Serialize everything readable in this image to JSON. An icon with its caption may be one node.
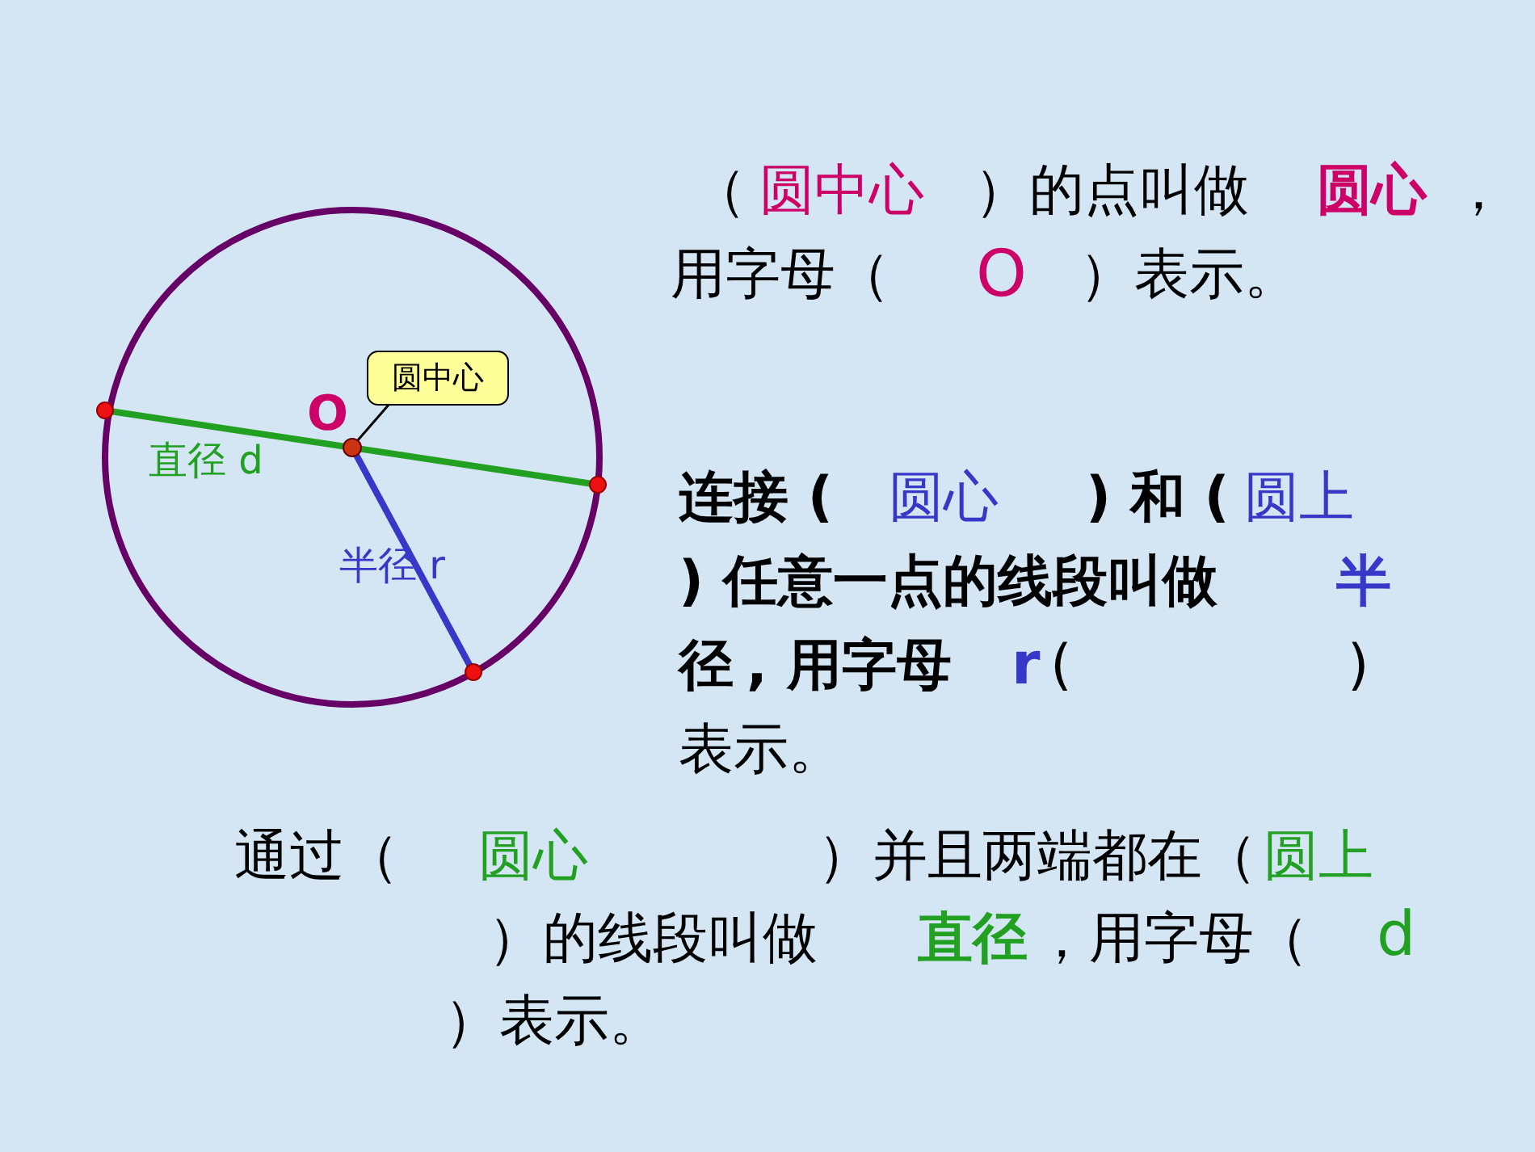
{
  "diagram": {
    "nodes": [
      {
        "text": [
          "圆中心"
        ]
      },
      {
        "text": [],
        "shape": "circle"
      }
    ],
    "edges": [
      {
        "from": 0,
        "to": 1,
        "arrow": "none"
      }
    ],
    "labels": [
      "O",
      "直径 d",
      "半径 r",
      "（",
      "圆中心",
      "）的点叫做",
      "圆心",
      "，",
      "用字母（",
      "O",
      "）表示。",
      "连接 (",
      "圆心",
      ") 和 (",
      "圆上",
      ") 任意一点的线段叫做",
      "半",
      "径",
      ", 用字母",
      "r",
      "(",
      ")",
      "表示。",
      "通过（",
      "圆心",
      "）并且两端都在（",
      "圆上",
      "）的线段叫做",
      "直径",
      "，用字母（",
      "d",
      "）表示。"
    ]
  }
}
